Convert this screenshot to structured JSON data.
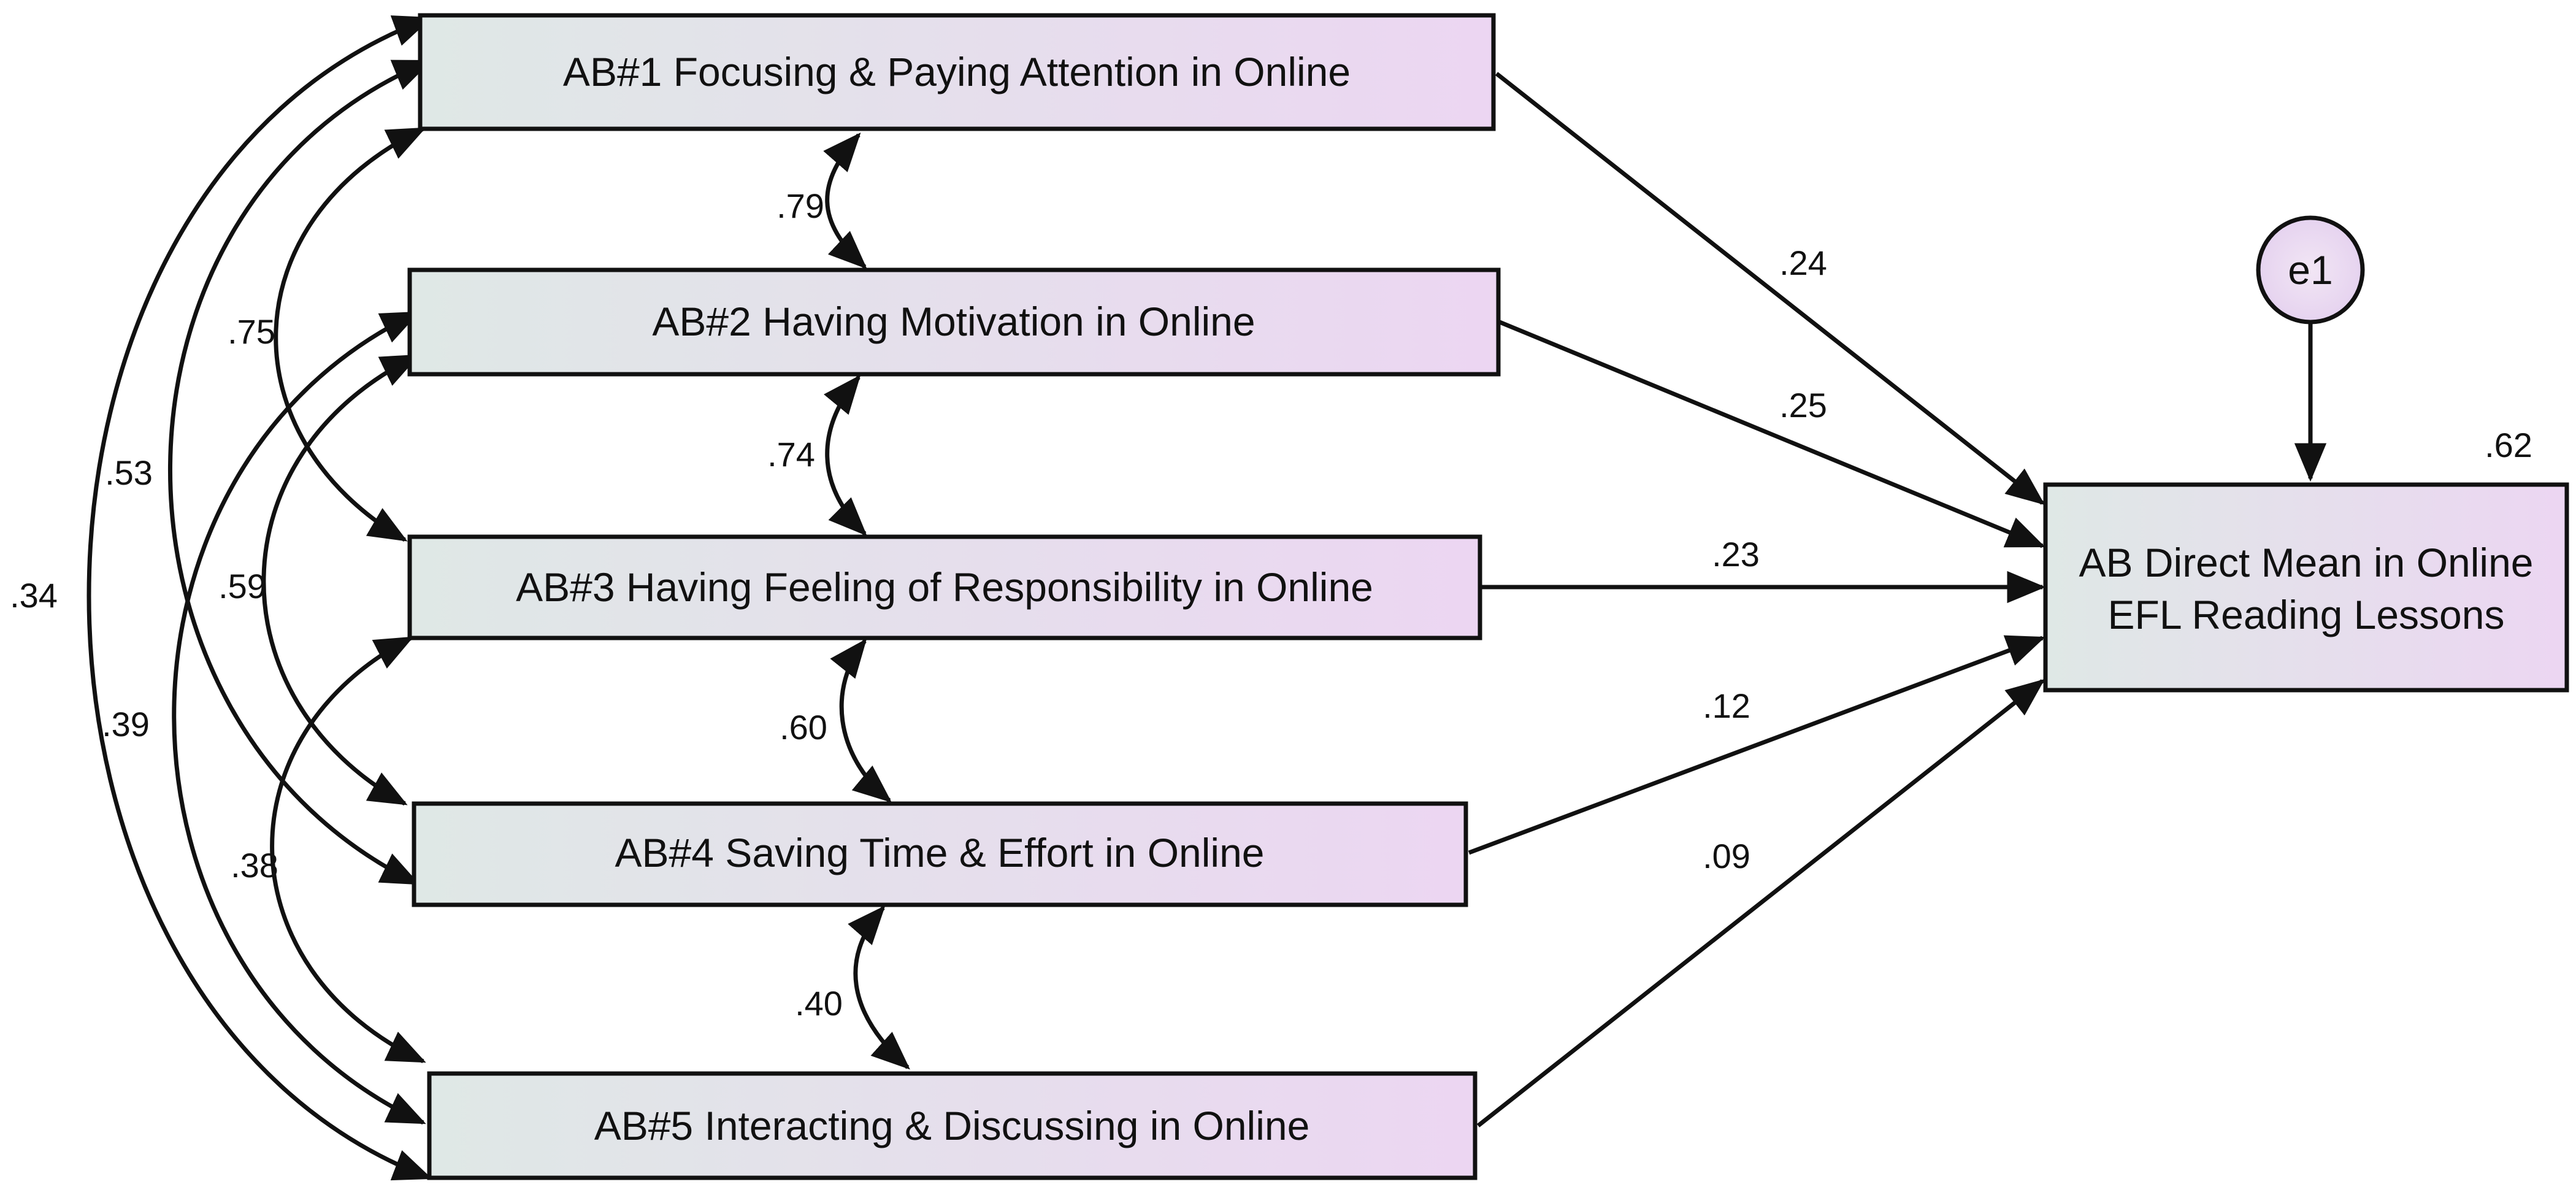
{
  "colors": {
    "box_fill_start": "#dfe8e6",
    "box_fill_end": "#ecd6f2",
    "stroke": "#111111"
  },
  "predictors": [
    {
      "id": "ab1",
      "label": "AB#1 Focusing & Paying Attention in Online"
    },
    {
      "id": "ab2",
      "label": "AB#2 Having Motivation in Online"
    },
    {
      "id": "ab3",
      "label": "AB#3 Having Feeling of Responsibility in Online"
    },
    {
      "id": "ab4",
      "label": "AB#4 Saving Time & Effort in Online"
    },
    {
      "id": "ab5",
      "label": "AB#5 Interacting & Discussing in Online"
    }
  ],
  "outcome": {
    "label_line1": "AB Direct Mean in Online",
    "label_line2": "EFL Reading Lessons",
    "r_squared": ".62"
  },
  "error_term": {
    "label": "e1"
  },
  "path_coefficients": [
    {
      "from": "ab1",
      "value": ".24"
    },
    {
      "from": "ab2",
      "value": ".25"
    },
    {
      "from": "ab3",
      "value": ".23"
    },
    {
      "from": "ab4",
      "value": ".12"
    },
    {
      "from": "ab5",
      "value": ".09"
    }
  ],
  "correlations": [
    {
      "between": [
        "ab1",
        "ab2"
      ],
      "value": ".79"
    },
    {
      "between": [
        "ab2",
        "ab3"
      ],
      "value": ".74"
    },
    {
      "between": [
        "ab3",
        "ab4"
      ],
      "value": ".60"
    },
    {
      "between": [
        "ab4",
        "ab5"
      ],
      "value": ".40"
    },
    {
      "between": [
        "ab1",
        "ab3"
      ],
      "value": ".75"
    },
    {
      "between": [
        "ab2",
        "ab4"
      ],
      "value": ".59"
    },
    {
      "between": [
        "ab3",
        "ab5"
      ],
      "value": ".38"
    },
    {
      "between": [
        "ab1",
        "ab4"
      ],
      "value": ".53"
    },
    {
      "between": [
        "ab2",
        "ab5"
      ],
      "value": ".39"
    },
    {
      "between": [
        "ab1",
        "ab5"
      ],
      "value": ".34"
    }
  ]
}
